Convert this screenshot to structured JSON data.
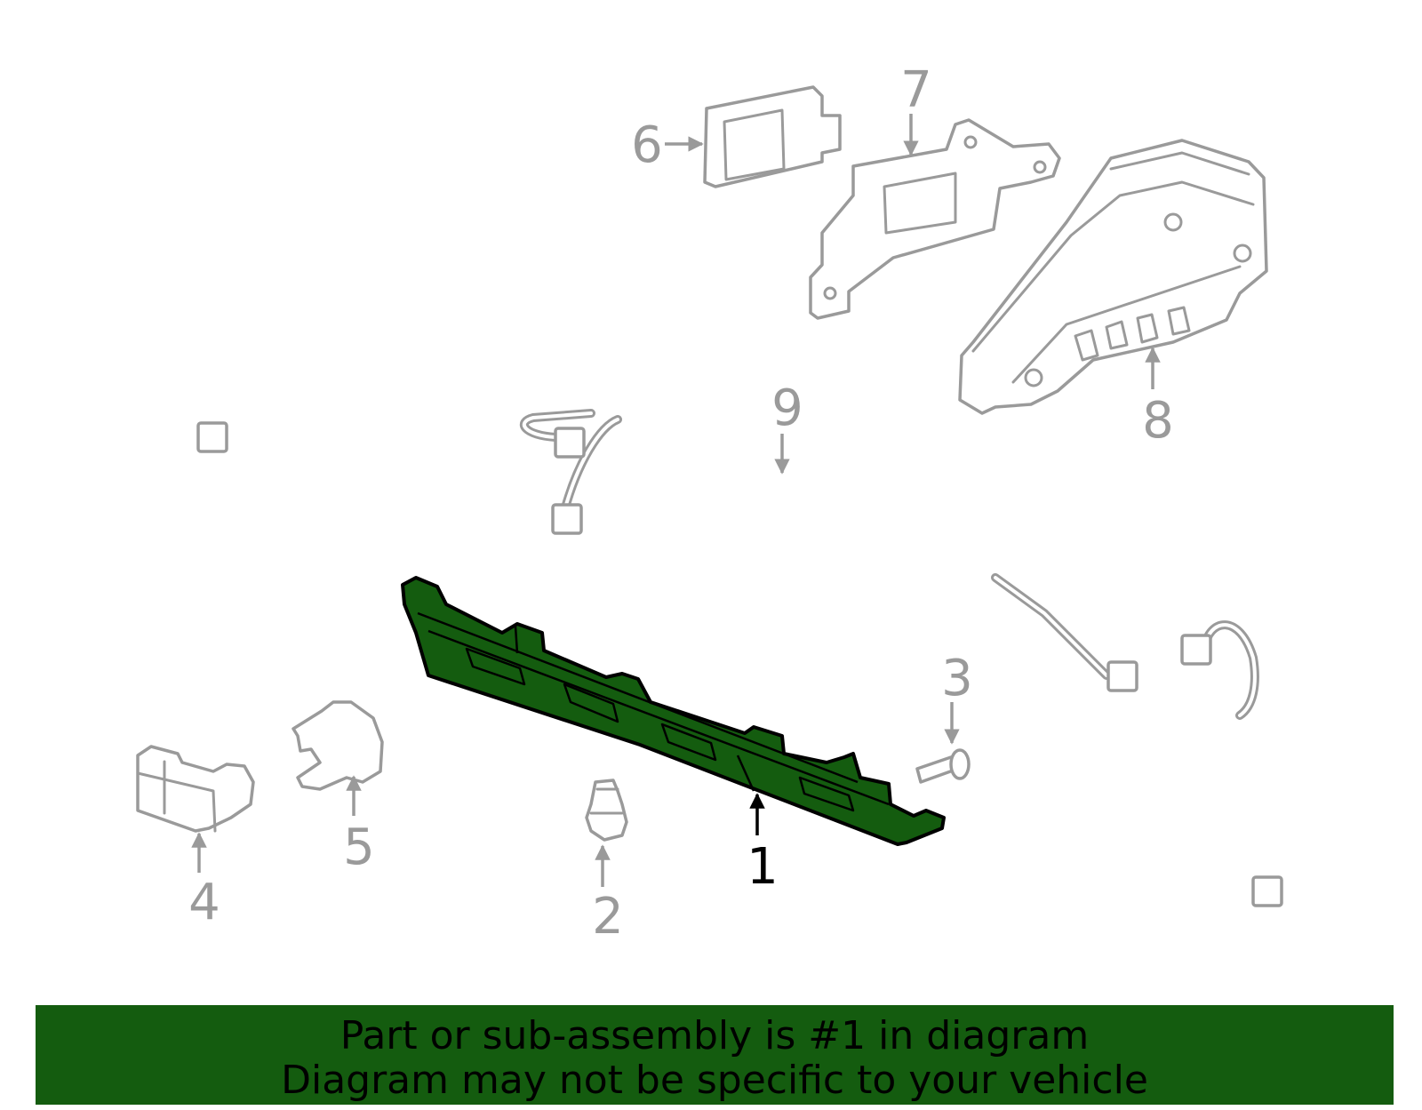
{
  "callouts": [
    {
      "id": "1",
      "label": "1"
    },
    {
      "id": "2",
      "label": "2"
    },
    {
      "id": "3",
      "label": "3"
    },
    {
      "id": "4",
      "label": "4"
    },
    {
      "id": "5",
      "label": "5"
    },
    {
      "id": "6",
      "label": "6"
    },
    {
      "id": "7",
      "label": "7"
    },
    {
      "id": "8",
      "label": "8"
    },
    {
      "id": "9",
      "label": "9"
    }
  ],
  "highlighted_part": "1",
  "colors": {
    "highlight": "#145c0f",
    "line": "#9a9a9a",
    "banner": "#145c0f"
  },
  "banner": {
    "line1": "Part or sub-assembly is #1 in diagram",
    "line2": "Diagram may not be specific to your vehicle"
  }
}
